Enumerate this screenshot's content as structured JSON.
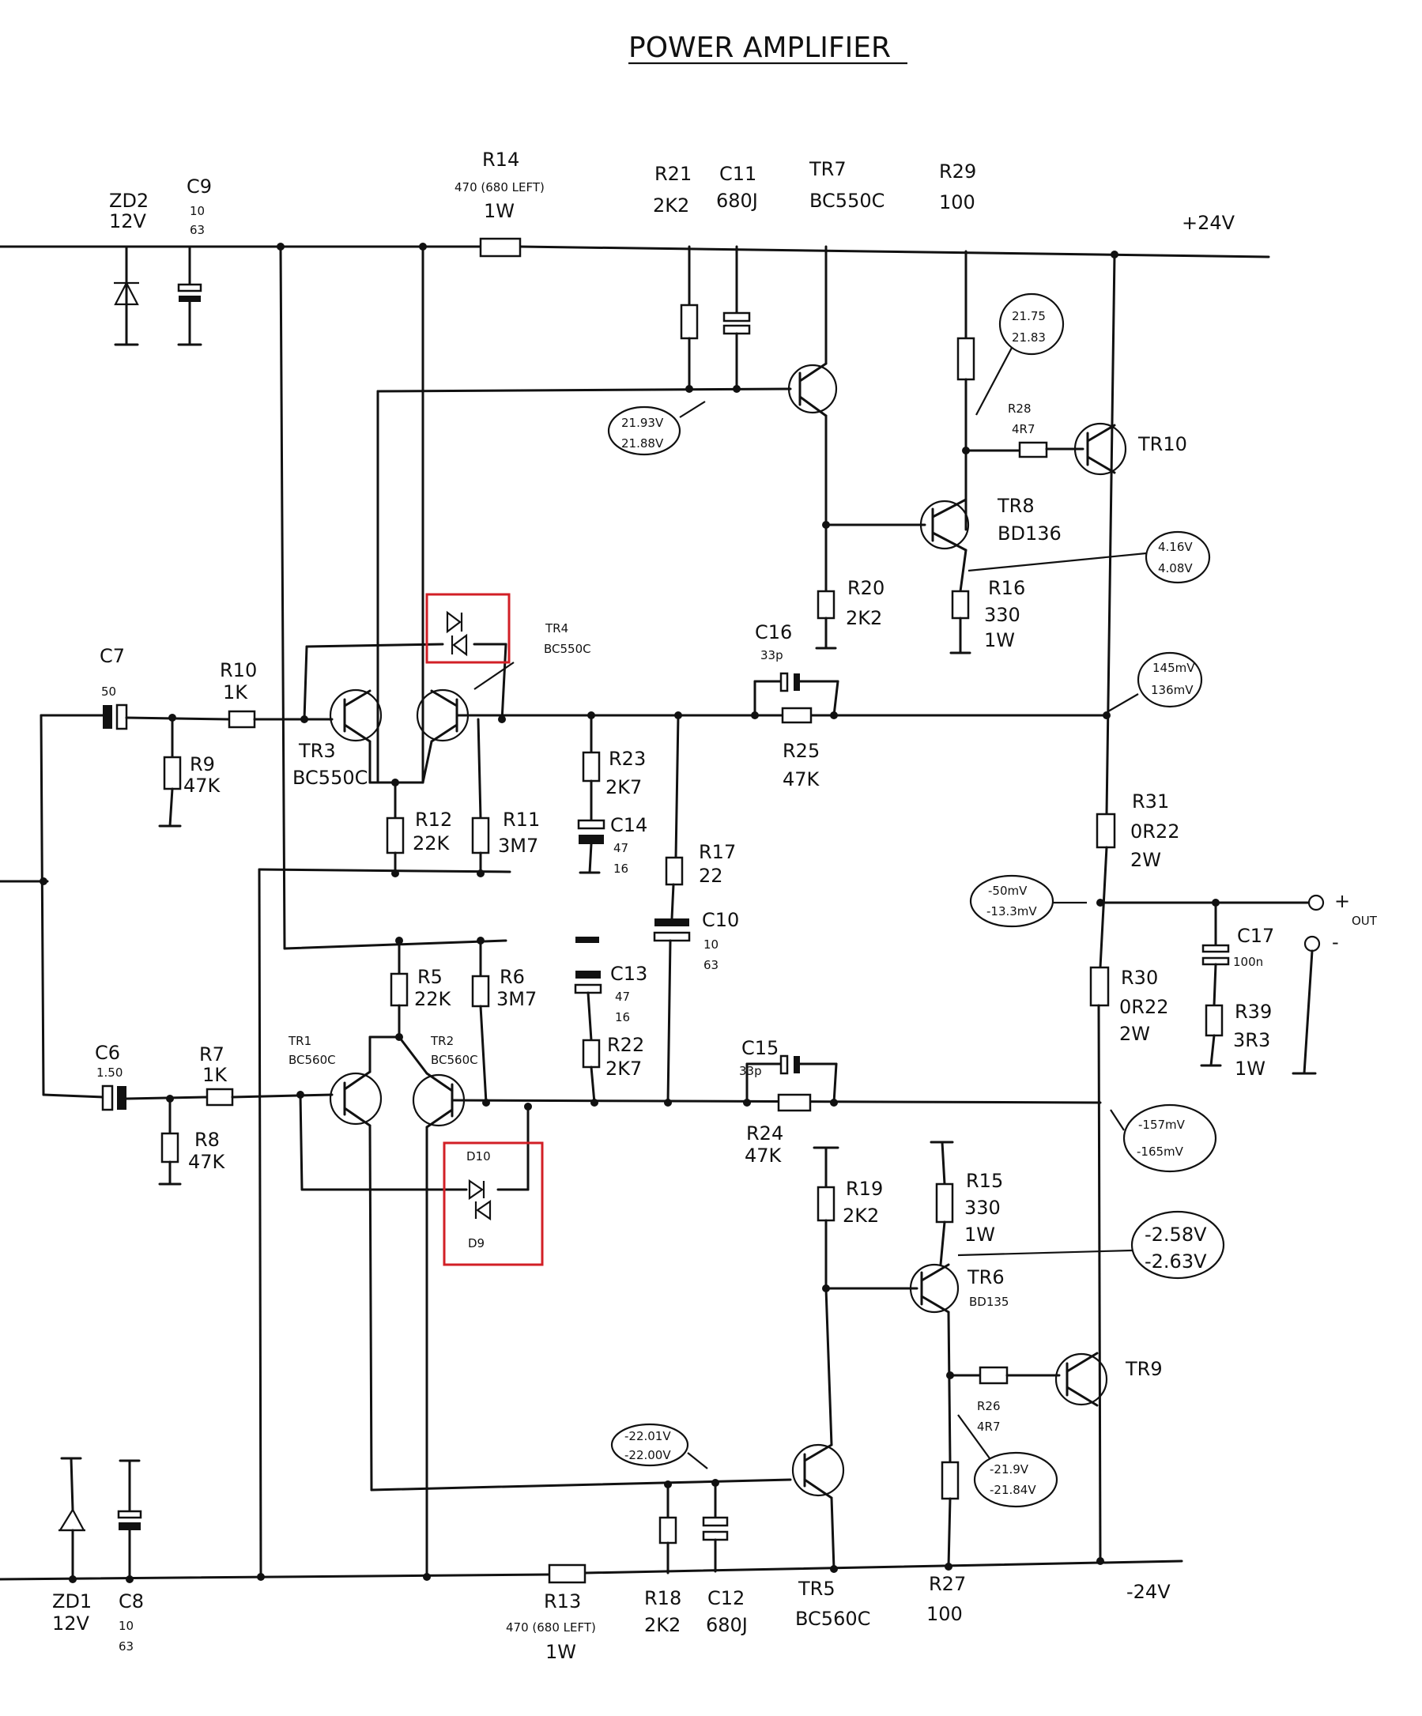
{
  "title": "POWER AMPLIFIER",
  "rails": {
    "pos": "+24V",
    "neg": "-24V"
  },
  "output": {
    "label": "OUT",
    "plus": "+",
    "minus": "-"
  },
  "components": {
    "zd2": [
      "ZD2",
      "12V"
    ],
    "c9": [
      "C9",
      "10",
      "63"
    ],
    "r14": [
      "R14",
      "470 (680 LEFT)",
      "1W"
    ],
    "r21": [
      "R21",
      "2K2"
    ],
    "c11": [
      "C11",
      "680J"
    ],
    "tr7": [
      "TR7",
      "BC550C"
    ],
    "r29": [
      "R29",
      "100"
    ],
    "r28": [
      "R28",
      "4R7"
    ],
    "tr10": [
      "TR10"
    ],
    "tr8": [
      "TR8",
      "BD136"
    ],
    "r20": [
      "R20",
      "2K2"
    ],
    "r16": [
      "R16",
      "330",
      "1W"
    ],
    "c16": [
      "C16",
      "33p"
    ],
    "r25": [
      "R25",
      "47K"
    ],
    "tr4": [
      "TR4",
      "BC550C"
    ],
    "c7": [
      "C7",
      "50"
    ],
    "r10": [
      "R10",
      "1K"
    ],
    "r9": [
      "R9",
      "47K"
    ],
    "tr3": [
      "TR3",
      "BC550C"
    ],
    "r12": [
      "R12",
      "22K"
    ],
    "r11": [
      "R11",
      "3M7"
    ],
    "r23": [
      "R23",
      "2K7"
    ],
    "c14": [
      "C14",
      "47",
      "16"
    ],
    "r17": [
      "R17",
      "22"
    ],
    "c10": [
      "C10",
      "10",
      "63"
    ],
    "r31": [
      "R31",
      "0R22",
      "2W"
    ],
    "r30": [
      "R30",
      "0R22",
      "2W"
    ],
    "c17": [
      "C17",
      "100n"
    ],
    "r39": [
      "R39",
      "3R3",
      "1W"
    ],
    "r5": [
      "R5",
      "22K"
    ],
    "r6": [
      "R6",
      "3M7"
    ],
    "c13": [
      "C13",
      "47",
      "16"
    ],
    "r22": [
      "R22",
      "2K7"
    ],
    "c15": [
      "C15",
      "33p"
    ],
    "r24": [
      "R24",
      "47K"
    ],
    "tr1": [
      "TR1",
      "BC560C"
    ],
    "tr2": [
      "TR2",
      "BC560C"
    ],
    "c6": [
      "C6",
      "1.50"
    ],
    "r7": [
      "R7",
      "1K"
    ],
    "r8": [
      "R8",
      "47K"
    ],
    "d10": [
      "D10"
    ],
    "d9": [
      "D9"
    ],
    "r19": [
      "R19",
      "2K2"
    ],
    "r15": [
      "R15",
      "330",
      "1W"
    ],
    "tr6": [
      "TR6",
      "BD135"
    ],
    "tr9": [
      "TR9"
    ],
    "r26": [
      "R26",
      "4R7"
    ],
    "zd1": [
      "ZD1",
      "12V"
    ],
    "c8": [
      "C8",
      "10",
      "63"
    ],
    "r13": [
      "R13",
      "470 (680 LEFT)",
      "1W"
    ],
    "r18": [
      "R18",
      "2K2"
    ],
    "c12": [
      "C12",
      "680J"
    ],
    "tr5": [
      "TR5",
      "BC560C"
    ],
    "r27": [
      "R27",
      "100"
    ]
  },
  "measurements": {
    "m1": [
      "21.93V",
      "21.88V"
    ],
    "m2": [
      "21.75",
      "21.83"
    ],
    "m3": [
      "4.16V",
      "4.08V"
    ],
    "m4": [
      "145mV",
      "136mV"
    ],
    "m5": [
      "-50mV",
      "-13.3mV"
    ],
    "m6": [
      "-157mV",
      "-165mV"
    ],
    "m7": [
      "-2.58V",
      "-2.63V"
    ],
    "m8": [
      "-22.01V",
      "-22.00V"
    ],
    "m9": [
      "-21.9V",
      "-21.84V"
    ]
  },
  "highlight_color": "#d21f26"
}
